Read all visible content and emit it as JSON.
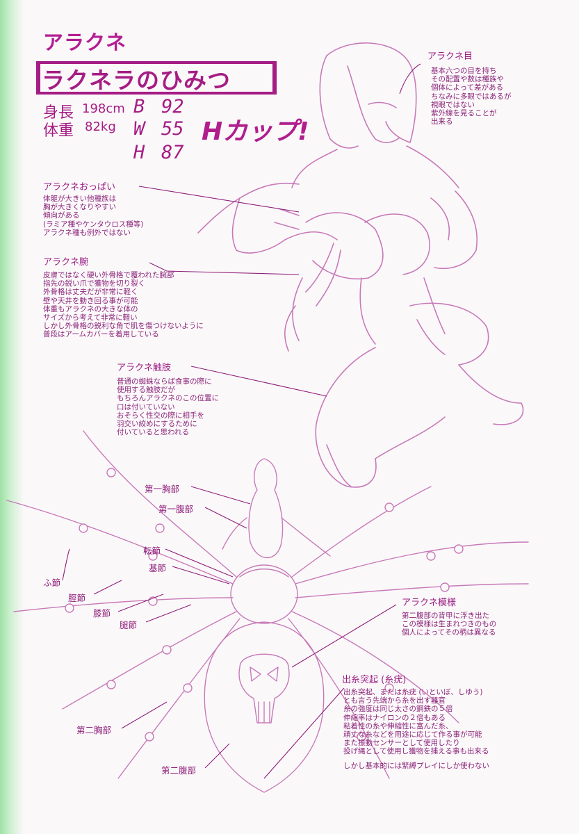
{
  "title": {
    "kicker": "アラクネ",
    "main": "ラクネラのひみつ"
  },
  "stats": {
    "height_label": "身長",
    "height_value": "198cm",
    "weight_label": "体重",
    "weight_value": "82kg",
    "b_label": "B",
    "b_value": "92",
    "w_label": "W",
    "w_value": "55",
    "h_label": "H",
    "h_value": "87",
    "cup": "Hカップ!"
  },
  "notes": {
    "eyes": {
      "heading": "アラクネ目",
      "lines": [
        "基本六つの目を持ち",
        "その配置や数は種族や",
        "個体によって差がある",
        "ちなみに多眼ではあるが",
        "視眼ではない",
        "紫外線を見ることが",
        "出来る"
      ]
    },
    "bust": {
      "heading": "アラクネおっぱい",
      "lines": [
        "体躯が大きい他種族は",
        "胸が大きくなりやすい",
        "傾向がある",
        "(ラミア種やケンタウロス種等)",
        "アラクネ種も例外ではない"
      ]
    },
    "arms": {
      "heading": "アラクネ腕",
      "lines": [
        "皮膚ではなく硬い外骨格で覆われた腕部",
        "指先の鋭い爪で獲物を切り裂く",
        "外骨格は丈夫だが非常に軽く",
        "壁や天井を動き回る事が可能",
        "体重もアラクネの大きな体の",
        "サイズから考えて非常に軽い",
        "しかし外骨格の鋭利な角で肌を傷つけないように",
        "普段はアームカバーを着用している"
      ]
    },
    "palps": {
      "heading": "アラクネ触肢",
      "lines": [
        "普通の蜘蛛ならば食事の際に",
        "使用する触肢だが",
        "もちろんアラクネのこの位置に",
        "口は付いていない",
        "おそらく性交の際に相手を",
        "羽交い絞めにするために",
        "付いていると思われる"
      ]
    },
    "pattern": {
      "heading": "アラクネ模様",
      "lines": [
        "第二腹部の背甲に浮き出た",
        "この模様は生まれつきのもの",
        "個人によってその柄は異なる"
      ]
    },
    "spinneret": {
      "heading": "出糸突起 (糸疣)",
      "lines": [
        "出糸突起、または糸疣 (いといぼ、しゆう)",
        "とも言う先端から糸を出す器官",
        "糸の強度は同じ太さの鋼鉄の５倍",
        "伸縮率はナイロンの２倍もある",
        "粘着性の糸や伸縮性に富んだ糸、",
        "頑丈な糸などを用途に応じて作る事が可能",
        "また振動センサーとして使用したり",
        "投げ縄として使用し獲物を捕える事も出来る",
        "",
        "しかし基本的には緊縛プレイにしか使わない"
      ]
    }
  },
  "parts": {
    "thorax1": "第一胸部",
    "abdomen1": "第一腹部",
    "trochanter": "転節",
    "coxa": "基節",
    "tarsus": "ふ節",
    "tibia": "脛節",
    "patella": "膝節",
    "femur": "腿節",
    "thorax2": "第二胸部",
    "abdomen2": "第二腹部"
  },
  "colors": {
    "ink": "#a51d84",
    "sketch": "#c77ab8",
    "edge": "#9fe0a6"
  }
}
